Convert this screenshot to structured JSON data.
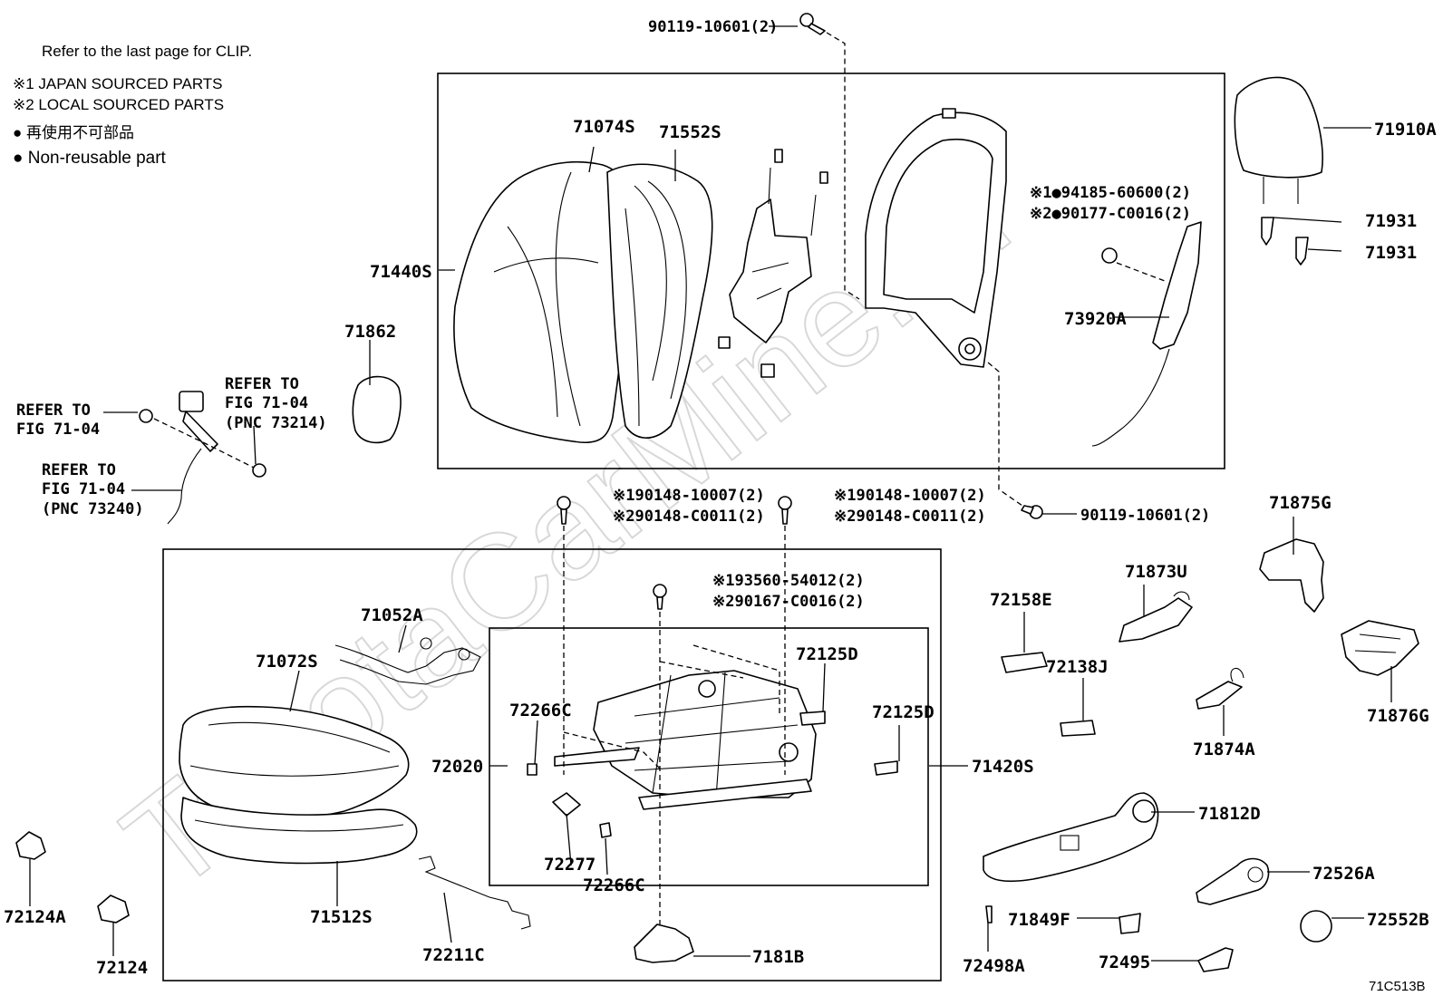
{
  "notes": {
    "clip_note": "Refer to the last page for CLIP.",
    "japan_parts": "※1 JAPAN SOURCED PARTS",
    "local_parts": "※2 LOCAL SOURCED PARTS",
    "non_reusable_jp": "● 再使用不可部品",
    "non_reusable_en": "● Non-reusable part"
  },
  "watermark": "ToyotaCarMine.ru",
  "figure_code": "71C513B",
  "labels": {
    "bolt_top": "90119-10601(2)",
    "bolt_right": "90119-10601(2)",
    "nut_jp": "※1●94185-60600(2)",
    "nut_local": "※2●90177-C0016(2)",
    "bolt_l_jp": "※190148-10007(2)",
    "bolt_l_local": "※290148-C0011(2)",
    "bolt_r_jp": "※190148-10007(2)",
    "bolt_r_local": "※290148-C0011(2)",
    "bolt_c_jp": "※193560-54012(2)",
    "bolt_c_local": "※290167-C0016(2)",
    "p71074S": "71074S",
    "p71552S": "71552S",
    "p71440S": "71440S",
    "p71910A": "71910A",
    "p71931a": "71931",
    "p71931b": "71931",
    "p73920A": "73920A",
    "p71862": "71862",
    "refer1_a": "REFER TO",
    "refer1_b": "FIG 71-04",
    "refer1_c": "(PNC 73214)",
    "refer2_a": "REFER TO",
    "refer2_b": "FIG 71-04",
    "refer3_a": "REFER TO",
    "refer3_b": "FIG 71-04",
    "refer3_c": "(PNC 73240)",
    "p71875G": "71875G",
    "p71873U": "71873U",
    "p72158E": "72158E",
    "p72138J": "72138J",
    "p71876G": "71876G",
    "p71874A": "71874A",
    "p71052A": "71052A",
    "p71072S": "71072S",
    "p72125D_a": "72125D",
    "p72125D_b": "72125D",
    "p72266C_a": "72266C",
    "p72266C_b": "72266C",
    "p72020": "72020",
    "p71420S": "71420S",
    "p72277": "72277",
    "p71512S": "71512S",
    "p72124A": "72124A",
    "p72124": "72124",
    "p72211C": "72211C",
    "p7181B": "7181B",
    "p71812D": "71812D",
    "p72526A": "72526A",
    "p72552B": "72552B",
    "p71849F": "71849F",
    "p72495": "72495",
    "p72498A": "72498A"
  }
}
